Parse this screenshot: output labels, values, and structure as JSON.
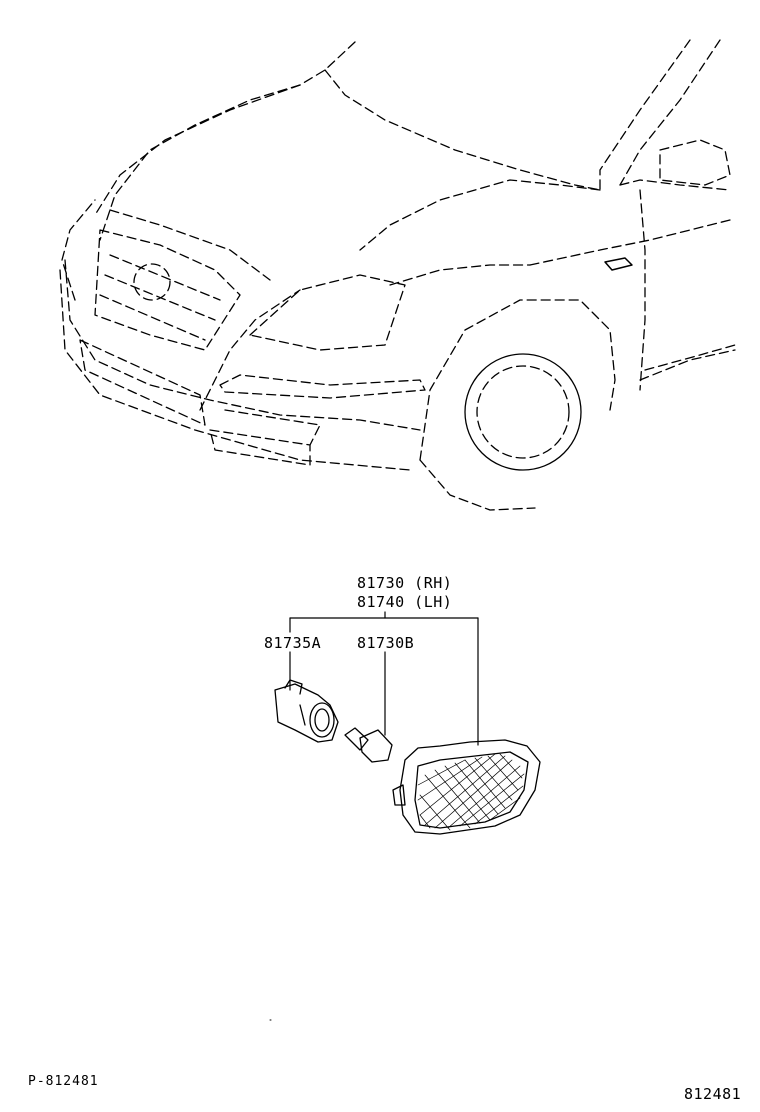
{
  "parts": {
    "housing_rh": "81730 (RH)",
    "housing_lh": "81740 (LH)",
    "socket": "81735A",
    "bulb": "81730B"
  },
  "footer": {
    "page_code": "P-812481",
    "diagram_id": "812481"
  }
}
